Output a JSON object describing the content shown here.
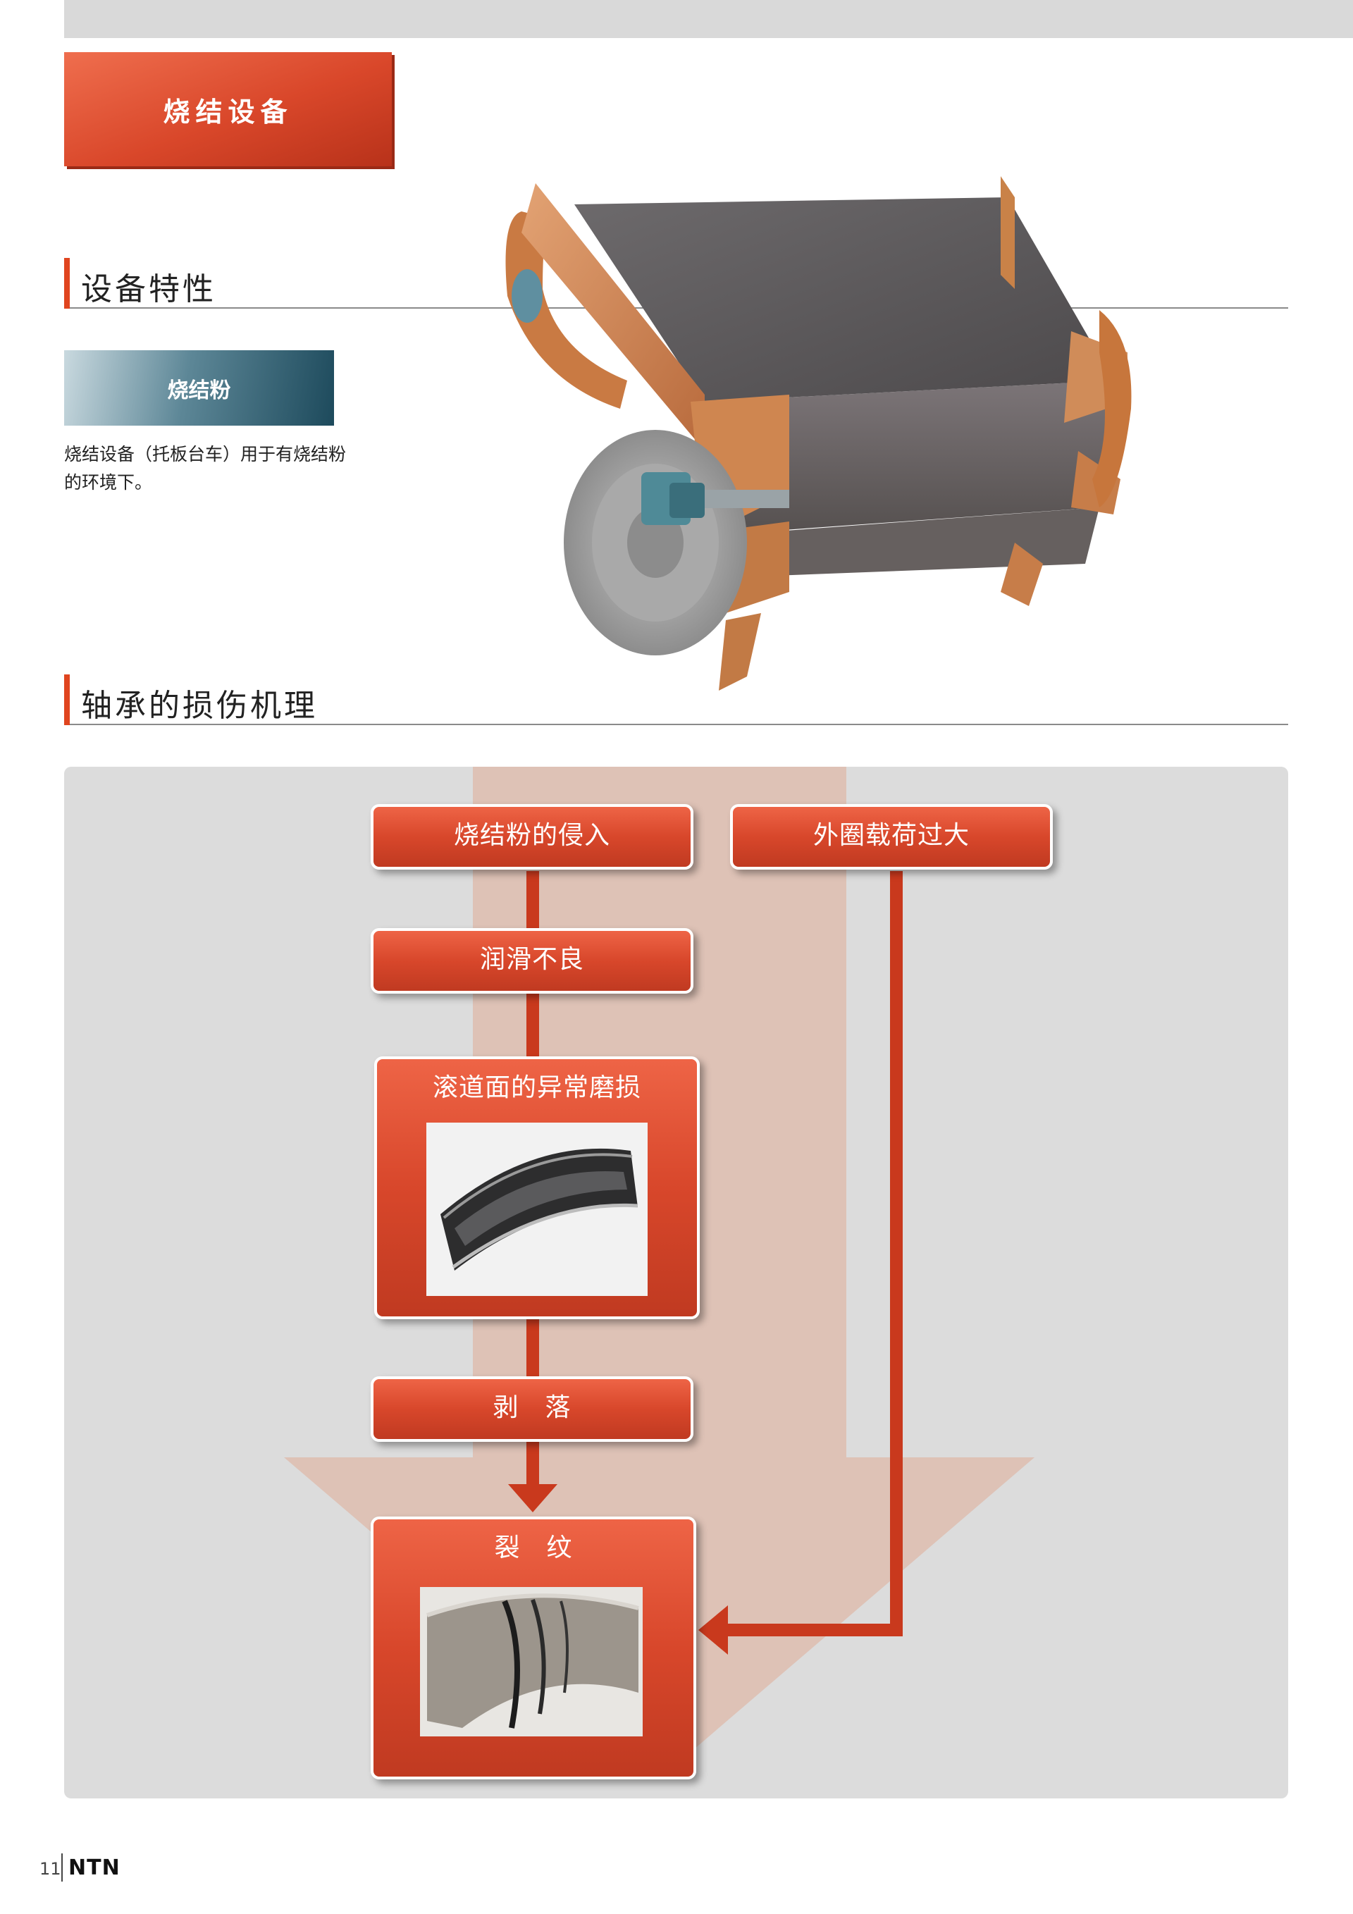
{
  "header": {
    "title": "烧结设备"
  },
  "section1": {
    "heading": "设备特性",
    "tag": "烧结粉",
    "description": "烧结设备（托板台车）用于有烧结粉的环境下。"
  },
  "section2": {
    "heading": "轴承的损伤机理",
    "flow": {
      "box_intrusion": "烧结粉的侵入",
      "box_overload": "外圈载荷过大",
      "box_lubrication": "润滑不良",
      "box_wear": "滚道面的异常磨损",
      "box_flaking": "剥　落",
      "box_crack": "裂　纹"
    }
  },
  "footer": {
    "page_number": "11",
    "logo": "NTN"
  },
  "colors": {
    "accent": "#E0451F",
    "panel": "#DCDCDC",
    "tag_dark": "#1D4A5C"
  }
}
